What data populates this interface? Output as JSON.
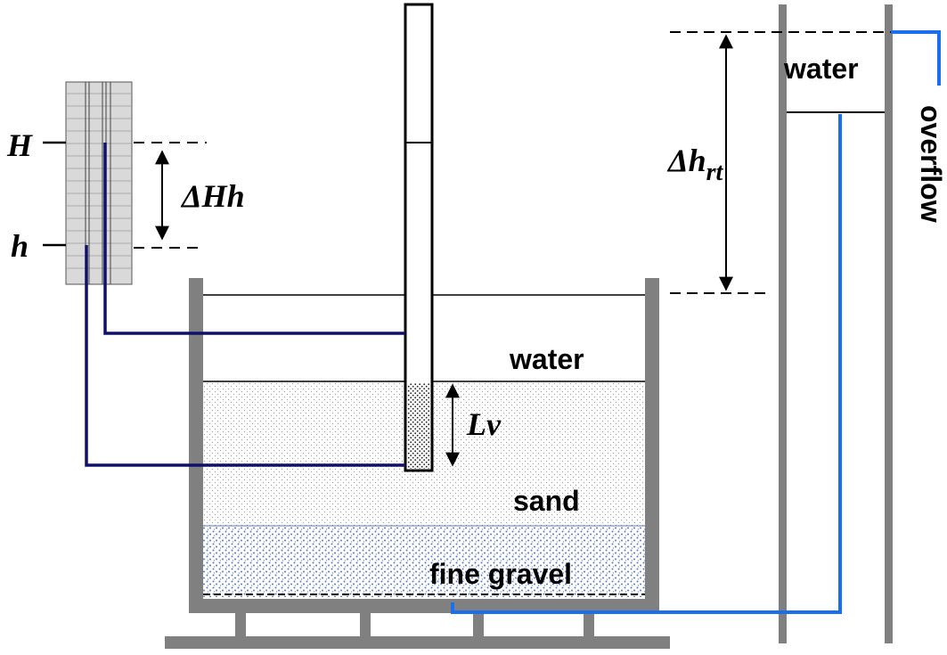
{
  "labels": {
    "H": "H",
    "h": "h",
    "delta_Hh": "ΔHh",
    "Lv": "Lv",
    "delta_h_rt_main": "Δh",
    "delta_h_rt_sub": "rt",
    "water_tank": "water",
    "water_reservoir": "water",
    "sand": "sand",
    "fine_gravel": "fine gravel",
    "overflow": "overflow"
  },
  "colors": {
    "tank_wall": "#808080",
    "manometer_tube": "#10106a",
    "supply_pipe": "#1a6ef0",
    "manometer_panel": "#d9d9d9",
    "sand_dots": "#9a9a9a",
    "gravel_dots": "#5a78c0"
  }
}
